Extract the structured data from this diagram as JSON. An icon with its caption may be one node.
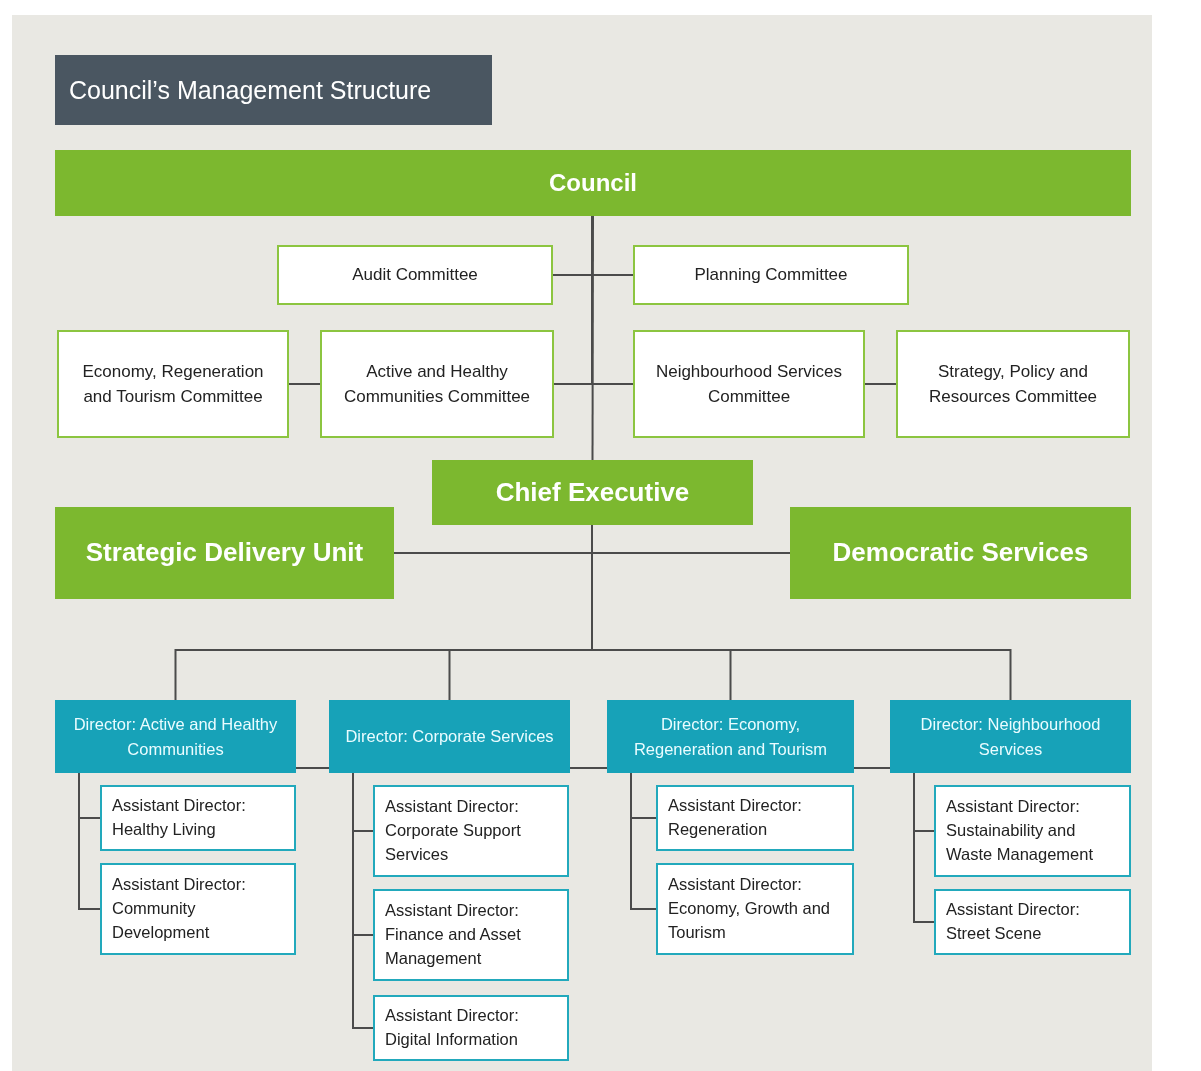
{
  "diagram": {
    "title": "Council’s Management Structure",
    "nodes": [
      {
        "text": [
          "Council"
        ]
      },
      {
        "text": [
          "Audit Committee"
        ]
      },
      {
        "text": [
          "Planning Committee"
        ]
      },
      {
        "text": [
          "Economy, Regeneration and Tourism Committee"
        ]
      },
      {
        "text": [
          "Active and Healthy Communities Committee"
        ]
      },
      {
        "text": [
          "Neighbourhood Services Committee"
        ]
      },
      {
        "text": [
          "Strategy, Policy and Resources Committee"
        ]
      },
      {
        "text": [
          "Chief Executive"
        ]
      },
      {
        "text": [
          "Strategic Delivery Unit"
        ]
      },
      {
        "text": [
          "Democratic Services"
        ]
      },
      {
        "text": [
          "Director: Active and Healthy Communities"
        ]
      },
      {
        "text": [
          "Director: Corporate Services"
        ]
      },
      {
        "text": [
          "Director: Economy, Regeneration and Tourism"
        ]
      },
      {
        "text": [
          "Director: Neighbourhood Services"
        ]
      },
      {
        "text": [
          "Assistant Director: Healthy Living"
        ]
      },
      {
        "text": [
          "Assistant Director: Community Development"
        ]
      },
      {
        "text": [
          "Assistant Director: Corporate Support Services"
        ]
      },
      {
        "text": [
          "Assistant Director: Finance and Asset Management"
        ]
      },
      {
        "text": [
          "Assistant Director: Digital Information"
        ]
      },
      {
        "text": [
          "Assistant Director: Regeneration"
        ]
      },
      {
        "text": [
          "Assistant Director: Economy, Growth and Tourism"
        ]
      },
      {
        "text": [
          "Assistant Director: Sustainability and Waste Management"
        ]
      },
      {
        "text": [
          "Assistant Director: Street Scene"
        ]
      }
    ],
    "edges": [
      {
        "from": 0,
        "to": 7,
        "arrow": "none"
      },
      {
        "from": 0,
        "to": 1,
        "arrow": "none"
      },
      {
        "from": 0,
        "to": 2,
        "arrow": "none"
      },
      {
        "from": 0,
        "to": 4,
        "arrow": "none"
      },
      {
        "from": 0,
        "to": 5,
        "arrow": "none"
      },
      {
        "from": 3,
        "to": 4,
        "arrow": "none"
      },
      {
        "from": 5,
        "to": 6,
        "arrow": "none"
      },
      {
        "from": 7,
        "to": 8,
        "arrow": "none"
      },
      {
        "from": 7,
        "to": 9,
        "arrow": "none"
      },
      {
        "from": 7,
        "to": 10,
        "arrow": "none"
      },
      {
        "from": 7,
        "to": 11,
        "arrow": "none"
      },
      {
        "from": 7,
        "to": 12,
        "arrow": "none"
      },
      {
        "from": 7,
        "to": 13,
        "arrow": "none"
      },
      {
        "from": 10,
        "to": 11,
        "arrow": "none"
      },
      {
        "from": 11,
        "to": 12,
        "arrow": "none"
      },
      {
        "from": 12,
        "to": 13,
        "arrow": "none"
      },
      {
        "from": 10,
        "to": 14,
        "arrow": "none"
      },
      {
        "from": 10,
        "to": 15,
        "arrow": "none"
      },
      {
        "from": 11,
        "to": 16,
        "arrow": "none"
      },
      {
        "from": 11,
        "to": 17,
        "arrow": "none"
      },
      {
        "from": 11,
        "to": 18,
        "arrow": "none"
      },
      {
        "from": 12,
        "to": 19,
        "arrow": "none"
      },
      {
        "from": 12,
        "to": 20,
        "arrow": "none"
      },
      {
        "from": 13,
        "to": 21,
        "arrow": "none"
      },
      {
        "from": 13,
        "to": 22,
        "arrow": "none"
      }
    ]
  }
}
